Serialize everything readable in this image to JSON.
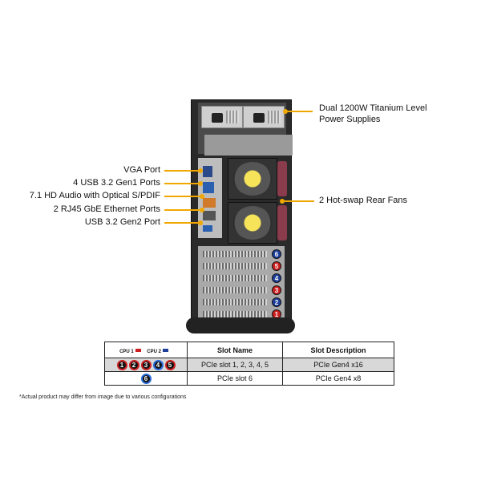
{
  "callouts": {
    "psu": [
      "Dual 1200W Titanium Level",
      "Power Supplies"
    ],
    "fans": "2 Hot-swap Rear Fans",
    "vga": "VGA Port",
    "usb_gen1": "4 USB 3.2 Gen1 Ports",
    "audio": "7.1 HD Audio with Optical S/PDIF",
    "ethernet": "2 RJ45 GbE Ethernet Ports",
    "usb_gen2": "USB 3.2 Gen2 Port"
  },
  "chassis_slots": [
    "6",
    "5",
    "4",
    "3",
    "2",
    "1"
  ],
  "table": {
    "cpu1_label": "CPU 1",
    "cpu2_label": "CPU 2",
    "headers": [
      "Slot Name",
      "Slot Description"
    ],
    "rows": [
      {
        "badges": [
          "1",
          "2",
          "3",
          "4",
          "5"
        ],
        "name": "PCIe slot 1, 2, 3, 4, 5",
        "desc": "PCIe Gen4 x16"
      },
      {
        "badges": [
          "6"
        ],
        "name": "PCIe slot 6",
        "desc": "PCIe Gen4 x8"
      }
    ]
  },
  "disclaimer": "*Actual product may differ from image due to various configurations",
  "colors": {
    "callout": "#f0a800",
    "cpu1": "#cc1f1f",
    "cpu2": "#1e3f9a"
  }
}
